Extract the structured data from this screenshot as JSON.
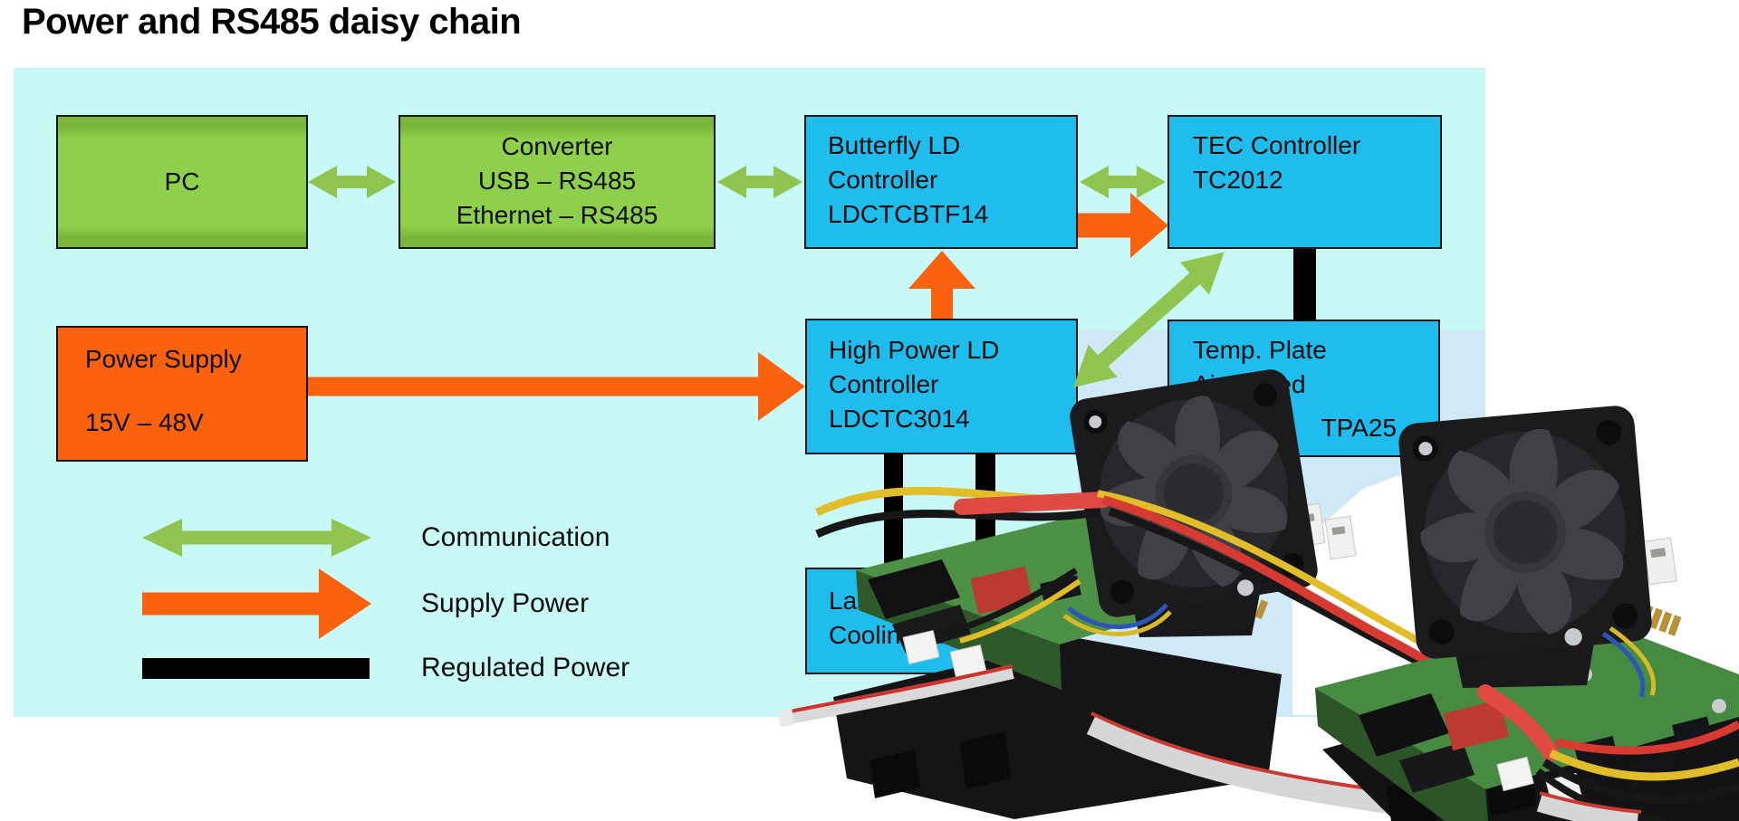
{
  "title": "Power and RS485 daisy chain",
  "colors": {
    "page-bg": "#ffffff",
    "panel-bg": "#c8f9f7",
    "panel-light-bg": "#cfe9f7",
    "green-box": "#8ed04b",
    "green-box-edge": "#7ab63a",
    "blue-box": "#1fbcee",
    "orange": "#fa6210",
    "comm-green": "#8ec44f",
    "black-line": "#000000",
    "box-border": "#14161a",
    "text": "#0d0d0d"
  },
  "nodes": {
    "pc": {
      "lines": [
        "PC"
      ]
    },
    "converter": {
      "lines": [
        "Converter",
        "USB – RS485",
        "Ethernet – RS485"
      ]
    },
    "butterfly": {
      "lines": [
        "Butterfly LD",
        "Controller",
        "LDCTCBTF14"
      ]
    },
    "tec": {
      "lines": [
        "TEC Controller",
        "TC2012"
      ]
    },
    "power_supply": {
      "lines": [
        "Power Supply",
        "15V – 48V"
      ]
    },
    "high_power": {
      "lines": [
        "High Power LD",
        "Controller",
        "LDCTC3014"
      ]
    },
    "temp_plate": {
      "lines": [
        "Temp. Plate",
        "Air cooled",
        "TPA25"
      ]
    },
    "laser": {
      "lines": [
        "Laser Diode on",
        "Cooling Plate"
      ]
    }
  },
  "legend": {
    "items": [
      {
        "icon": "communication-arrow",
        "label": "Communication"
      },
      {
        "icon": "supply-power-arrow",
        "label": "Supply Power"
      },
      {
        "icon": "regulated-power-bar",
        "label": "Regulated Power"
      }
    ]
  },
  "connections": [
    {
      "from": "PC",
      "to": "Converter",
      "type": "communication",
      "bidirectional": true
    },
    {
      "from": "Converter",
      "to": "Butterfly LD Controller",
      "type": "communication",
      "bidirectional": true
    },
    {
      "from": "Butterfly LD Controller",
      "to": "TEC Controller",
      "type": "communication",
      "bidirectional": true
    },
    {
      "from": "Butterfly LD Controller",
      "to": "TEC Controller",
      "type": "supply-power",
      "bidirectional": false
    },
    {
      "from": "High Power LD Controller",
      "to": "Butterfly LD Controller",
      "type": "supply-power",
      "bidirectional": false
    },
    {
      "from": "Power Supply",
      "to": "High Power LD Controller",
      "type": "supply-power",
      "bidirectional": false
    },
    {
      "from": "High Power LD Controller",
      "to": "TEC Controller",
      "type": "communication",
      "bidirectional": true
    },
    {
      "from": "TEC Controller",
      "to": "Temp. Plate",
      "type": "regulated-power",
      "lines": 1
    },
    {
      "from": "High Power LD Controller",
      "to": "Laser Diode on Cooling Plate",
      "type": "regulated-power",
      "lines": 2
    }
  ],
  "photo": {
    "alt": "Two laser diode controller modules with cooling fans and wiring"
  }
}
